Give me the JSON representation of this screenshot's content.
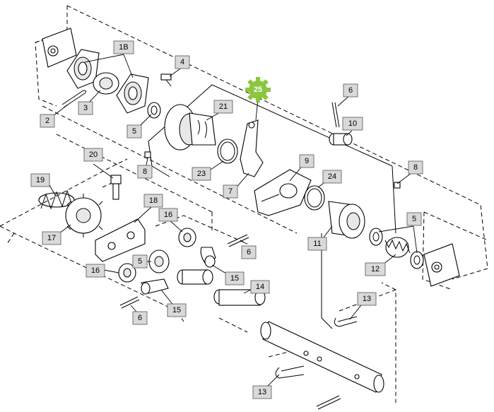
{
  "diagram": {
    "callouts": {
      "c1b": "1B",
      "c2": "2",
      "c3": "3",
      "c4": "4",
      "c5a": "5",
      "c5b": "5",
      "c5c": "5",
      "c6a": "6",
      "c6b": "6",
      "c6c": "6",
      "c7": "7",
      "c8a": "8",
      "c8b": "8",
      "c9": "9",
      "c10": "10",
      "c11": "11",
      "c12": "12",
      "c13a": "13",
      "c13b": "13",
      "c14": "14",
      "c15a": "15",
      "c15b": "15",
      "c16a": "16",
      "c16b": "16",
      "c17": "17",
      "c18": "18",
      "c19": "19",
      "c20": "20",
      "c21": "21",
      "c23": "23",
      "c24": "24"
    },
    "highlight_callout": "25",
    "highlight_color": "#8cc63f"
  }
}
